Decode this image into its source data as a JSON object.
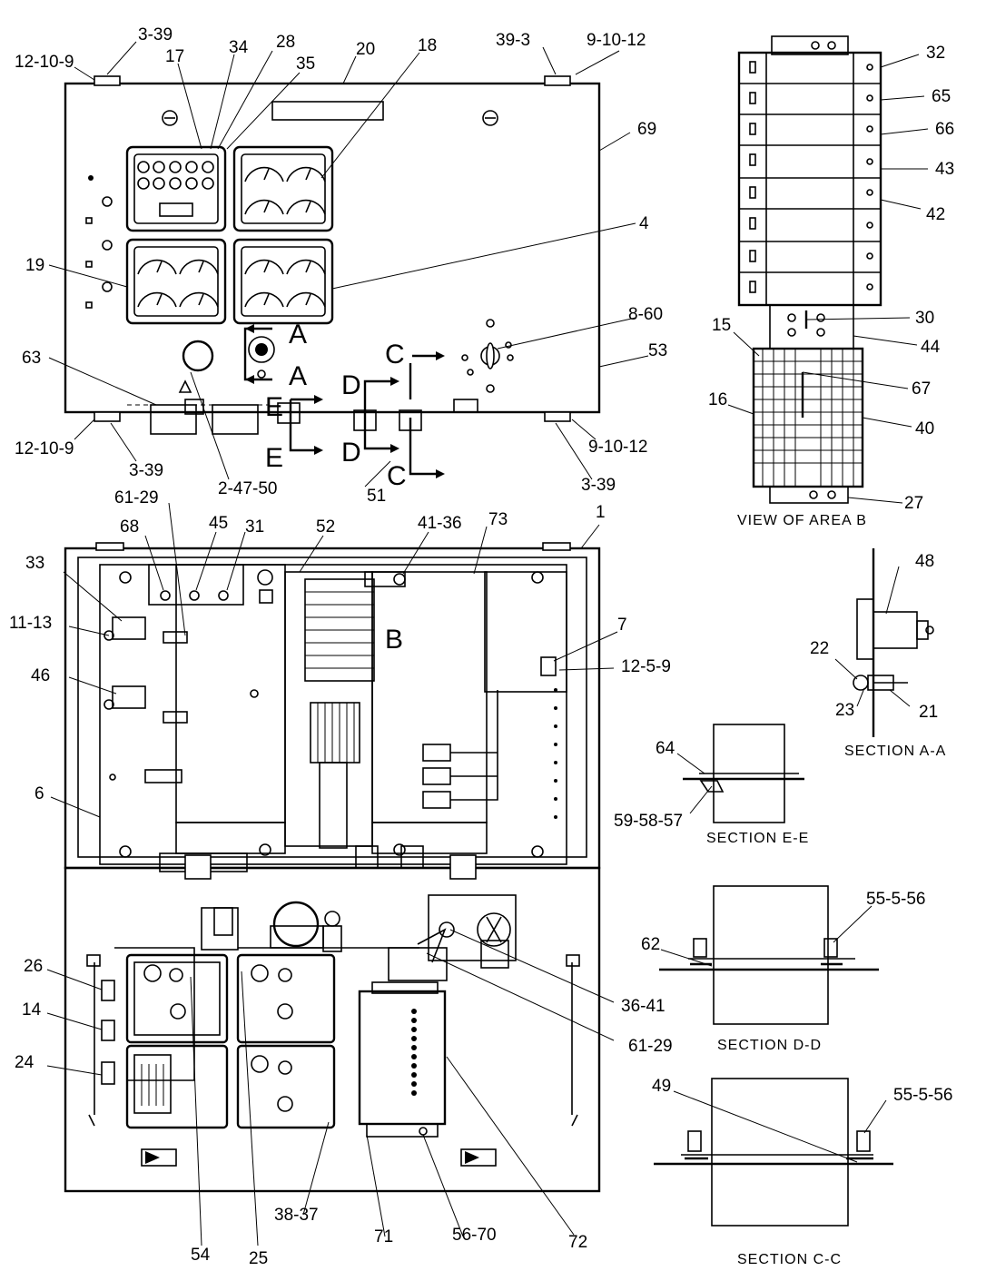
{
  "labels": {
    "l_3_39_tl": "3-39",
    "l_12_10_9_tl": "12-10-9",
    "l_17": "17",
    "l_34": "34",
    "l_28": "28",
    "l_35": "35",
    "l_20": "20",
    "l_18": "18",
    "l_39_3": "39-3",
    "l_9_10_12_tr": "9-10-12",
    "l_69": "69",
    "l_4": "4",
    "l_19": "19",
    "l_8_60": "8-60",
    "l_63": "63",
    "l_53": "53",
    "l_12_10_9_bl": "12-10-9",
    "l_3_39_bl": "3-39",
    "l_2_47_50": "2-47-50",
    "l_51": "51",
    "l_9_10_12_br": "9-10-12",
    "l_3_39_br": "3-39",
    "l_32": "32",
    "l_65": "65",
    "l_66": "66",
    "l_43": "43",
    "l_42": "42",
    "l_30": "30",
    "l_44": "44",
    "l_15": "15",
    "l_67": "67",
    "l_16": "16",
    "l_40": "40",
    "l_27": "27",
    "l_61_29_t": "61-29",
    "l_68": "68",
    "l_45": "45",
    "l_31": "31",
    "l_52": "52",
    "l_41_36": "41-36",
    "l_73": "73",
    "l_1": "1",
    "l_33": "33",
    "l_11_13": "11-13",
    "l_46": "46",
    "l_7": "7",
    "l_12_5_9": "12-5-9",
    "l_6": "6",
    "l_48": "48",
    "l_22": "22",
    "l_23": "23",
    "l_21": "21",
    "l_64": "64",
    "l_59_58_57": "59-58-57",
    "l_55_5_56_d": "55-5-56",
    "l_62": "62",
    "l_26": "26",
    "l_14": "14",
    "l_24": "24",
    "l_36_41": "36-41",
    "l_61_29_b": "61-29",
    "l_49": "49",
    "l_55_5_56_c": "55-5-56",
    "l_54": "54",
    "l_25": "25",
    "l_38_37": "38-37",
    "l_71": "71",
    "l_56_70": "56-70",
    "l_72": "72"
  },
  "section_letters": {
    "a_top": "A",
    "a_mid": "A",
    "b": "B",
    "c_top": "C",
    "c_bot": "C",
    "d_top": "D",
    "d_bot": "D",
    "e_top": "E",
    "e_bot": "E"
  },
  "captions": {
    "view_b": "VIEW OF AREA B",
    "section_aa": "SECTION A-A",
    "section_ee": "SECTION E-E",
    "section_dd": "SECTION D-D",
    "section_cc": "SECTION C-C"
  }
}
